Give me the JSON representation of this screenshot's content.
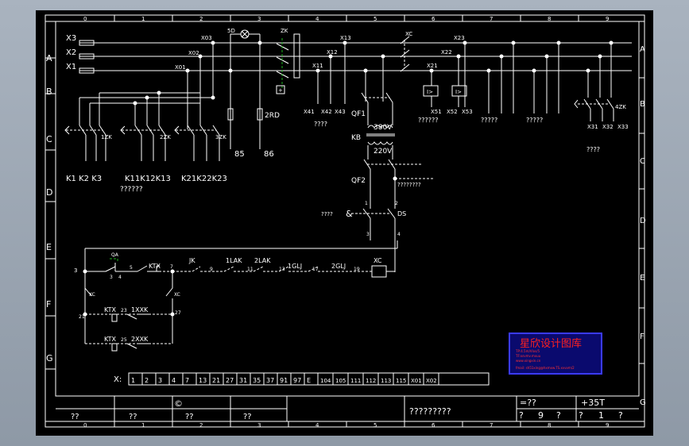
{
  "frame": {
    "columns": [
      "0",
      "1",
      "2",
      "3",
      "4",
      "5",
      "6",
      "7",
      "8",
      "9"
    ],
    "rows": [
      "A",
      "B",
      "C",
      "D",
      "E",
      "F",
      "G"
    ]
  },
  "labels": {
    "x3": "X3",
    "x2": "X2",
    "x1": "X1",
    "x03": "X03",
    "x02": "X02",
    "x01": "X01",
    "sd": "5D",
    "zk": "ZK",
    "x13": "X13",
    "x12": "X12",
    "x11": "X11",
    "xc_top": "XC",
    "x23": "X23",
    "x22": "X22",
    "x21": "X21",
    "x41": "X41",
    "x42": "X42",
    "x43": "X43",
    "qf1": "QF1",
    "x51": "X51",
    "x52": "X52",
    "x53": "X53",
    "q_x4": "????",
    "q_x5": "??????",
    "q_b1": "?????",
    "q_b2": "?????",
    "kb": "KB",
    "v380": "380V",
    "v220": "220V",
    "rd2": "2RD",
    "n85": "85",
    "n86": "86",
    "zk1": "1ZK",
    "zk2": "2ZK",
    "zk3": "3ZK",
    "zk4": "4ZK",
    "k_group1": "K1 K2 K3",
    "k_group2": "K11K12K13",
    "k_group3": "K21K22K23",
    "q_k": "??????",
    "x31": "X31",
    "x32": "X32",
    "x33": "X33",
    "q_x3": "????",
    "qf2": "QF2",
    "q_qf2": "????????",
    "ds": "DS",
    "q_ds": "????",
    "n1": "1",
    "n2": "2",
    "n3": "3",
    "n4": "4",
    "qa": "QA",
    "ktx": "KTX",
    "jk": "JK",
    "lak1": "1LAK",
    "lak2": "2LAK",
    "glj1": "1GLJ",
    "glj2": "2GLJ",
    "xc_coil": "XC",
    "w3": "3",
    "w5": "5",
    "w7": "7",
    "w9": "9",
    "w11": "11",
    "w13": "13",
    "w17": "17",
    "w19": "19",
    "w21": "21",
    "w23": "23",
    "w25": "25",
    "w27": "27",
    "xc_a": "XC",
    "xc_b": "XC",
    "ktx2": "KTX",
    "ktx3": "KTX",
    "xxk1": "1XXK",
    "xxk2": "2XXK"
  },
  "terminal_strip": {
    "prefix": "X:",
    "cells": [
      "1",
      "2",
      "3",
      "4",
      "7",
      "13",
      "21",
      "27",
      "31",
      "35",
      "37",
      "91",
      "97",
      "E",
      "104",
      "105",
      "111",
      "112",
      "113",
      "115",
      "X01",
      "X02"
    ]
  },
  "stamp": {
    "title": "星欣设计图库",
    "line1": "TP:4.5m/Vlos/5",
    "line2": "TF:xsvmv.mxuu",
    "line3": "www.xingxin.cn",
    "line4": "fmail: sh51xing@hxmxw.TS.xvvvm/2"
  },
  "title_block": {
    "c1": "??",
    "c2": "??",
    "c3": "??",
    "c4": "??",
    "copyright": "©",
    "name": "?????????",
    "scale": "=??",
    "number": "+35T",
    "sheet": [
      "?",
      "9",
      "?",
      "?",
      "1",
      "?"
    ]
  }
}
